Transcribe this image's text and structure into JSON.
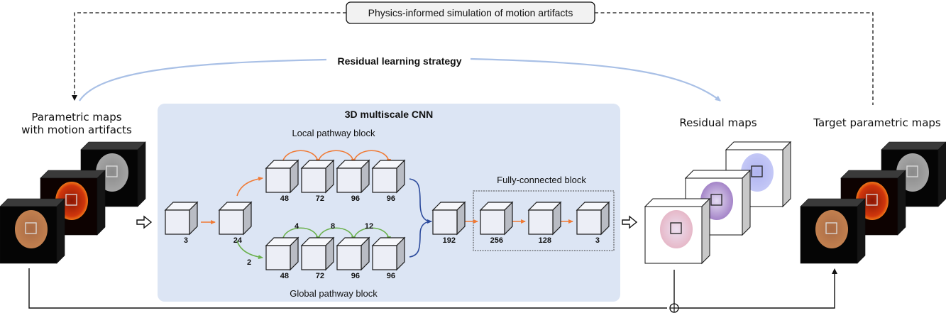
{
  "colors": {
    "panel_bg": "#dce5f4",
    "cube_front": "#eceef6",
    "cube_top": "#f6f7fb",
    "cube_side": "#b9bcc4",
    "cube_stroke": "#1a1a1a",
    "orange": "#f07a35",
    "green": "#6ab04c",
    "navy": "#2b4a9c",
    "residual_arc": "#a9c0e6",
    "dark_slab": "#050505",
    "dark_slab_top": "#3a3a3a",
    "white_slab_side": "#c8c8c8"
  },
  "top_box": {
    "label": "Physics-informed simulation of motion artifacts"
  },
  "residual_strategy": {
    "label": "Residual learning strategy"
  },
  "input_maps": {
    "title_line1": "Parametric maps",
    "title_line2": "with motion artifacts",
    "slices": [
      {
        "kind": "grayscale",
        "color": "#9a9a9a"
      },
      {
        "kind": "hot",
        "color": "#c42a08"
      },
      {
        "kind": "copper",
        "color": "#b87047"
      }
    ]
  },
  "cnn": {
    "title": "3D multiscale CNN",
    "input_cube_label": "3",
    "first_cube_label": "24",
    "local": {
      "title": "Local pathway block",
      "cube_labels": [
        "48",
        "72",
        "96",
        "96"
      ]
    },
    "global": {
      "title": "Global pathway block",
      "entry_dilation": "2",
      "dilations": [
        "4",
        "8",
        "12"
      ],
      "cube_labels": [
        "48",
        "72",
        "96",
        "96"
      ]
    },
    "concat_cube_label": "192",
    "fc": {
      "title": "Fully-connected block",
      "cube_labels": [
        "256",
        "128",
        "3"
      ]
    }
  },
  "residual_maps": {
    "title": "Residual maps"
  },
  "target_maps": {
    "title": "Target parametric maps",
    "slices": [
      {
        "kind": "grayscale",
        "color": "#6c6c6c"
      },
      {
        "kind": "hot",
        "color": "#b8240a"
      },
      {
        "kind": "copper",
        "color": "#a8683f"
      }
    ]
  },
  "sum_symbol": "⊕"
}
